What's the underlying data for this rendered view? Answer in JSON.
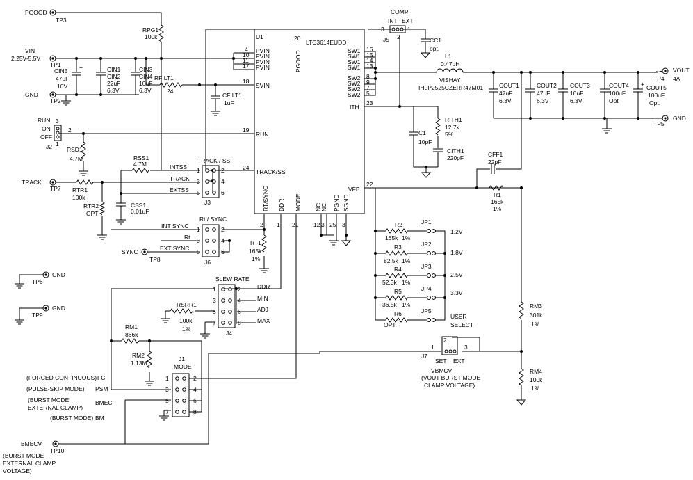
{
  "test_points": [
    {
      "label": "PGOOD",
      "id": "TP3"
    },
    {
      "label": "VIN",
      "id": "TP1",
      "sub": "2.25V-5.5V"
    },
    {
      "label": "GND",
      "id": "TP2"
    },
    {
      "label": "TRACK",
      "id": "TP7"
    },
    {
      "label": "SYNC",
      "id": "TP8"
    },
    {
      "label": "GND",
      "id": "TP6"
    },
    {
      "label": "GND",
      "id": "TP9"
    },
    {
      "label": "BMECV",
      "id": "TP10"
    },
    {
      "label": "VOUT",
      "id": "TP4",
      "sub": "4A"
    },
    {
      "label": "GND",
      "id": "TP5"
    }
  ],
  "ic": {
    "ref": "U1",
    "part": "LTC3614EUDD",
    "left_pins": [
      {
        "num": "4",
        "name": "PVIN"
      },
      {
        "num": "10",
        "name": "PVIN"
      },
      {
        "num": "11",
        "name": "PVIN"
      },
      {
        "num": "17",
        "name": "PVIN"
      },
      {
        "num": "18",
        "name": "SVIN"
      },
      {
        "num": "19",
        "name": "RUN"
      },
      {
        "num": "24",
        "name": "TRACK/SS"
      }
    ],
    "right_pins": [
      {
        "num": "16",
        "name": "SW1"
      },
      {
        "num": "15",
        "name": "SW1"
      },
      {
        "num": "14",
        "name": "SW1"
      },
      {
        "num": "13",
        "name": "SW1"
      },
      {
        "num": "8",
        "name": "SW2"
      },
      {
        "num": "9",
        "name": "SW2"
      },
      {
        "num": "7",
        "name": "SW2"
      },
      {
        "num": "5",
        "name": "SW2"
      },
      {
        "num": "23",
        "name": "ITH"
      },
      {
        "num": "22",
        "name": "VFB"
      }
    ],
    "top_pin": {
      "num": "20",
      "name": "PGOOD"
    },
    "bottom_pins": [
      {
        "num": "2",
        "name": "RT/SYNC"
      },
      {
        "num": "1",
        "name": "DDR"
      },
      {
        "num": "21",
        "name": "MODE"
      },
      {
        "num": "12",
        "name": "NC"
      },
      {
        "num": "3",
        "name": "NC"
      },
      {
        "num": "25",
        "name": "PGND"
      },
      {
        "num": "3",
        "name": "SGND"
      }
    ]
  },
  "components": {
    "RPG1": {
      "ref": "RPG1",
      "value": "100k"
    },
    "CIN5": {
      "ref": "CIN5",
      "value": "47uF",
      "rating": "10V"
    },
    "CIN1": {
      "ref": "CIN1"
    },
    "CIN2": {
      "ref": "CIN2",
      "value": "22uF",
      "rating": "6.3V"
    },
    "CIN3": {
      "ref": "CIN3"
    },
    "CIN4": {
      "ref": "CIN4",
      "value": "10uF",
      "rating": "6.3V"
    },
    "RFILT1": {
      "ref": "RFILT1",
      "value": "24"
    },
    "CFILT1": {
      "ref": "CFILT1",
      "value": "1uF"
    },
    "RSD1": {
      "ref": "RSD1",
      "value": "4.7M"
    },
    "RSS1": {
      "ref": "RSS1",
      "value": "4.7M"
    },
    "CSS1": {
      "ref": "CSS1",
      "value": "0.01uF"
    },
    "RTR1": {
      "ref": "RTR1",
      "value": "100k"
    },
    "RTR2": {
      "ref": "RTR2",
      "value": "OPT"
    },
    "RT1": {
      "ref": "RT1",
      "value": "165k",
      "tol": "1%"
    },
    "RSRR1": {
      "ref": "RSRR1",
      "value": "100k",
      "tol": "1%"
    },
    "RM1": {
      "ref": "RM1",
      "value": "866k"
    },
    "RM2": {
      "ref": "RM2",
      "value": "1.13M"
    },
    "CC1": {
      "ref": "CC1",
      "value": "opt."
    },
    "L1": {
      "ref": "L1",
      "value": "0.47uH",
      "mfr": "VISHAY",
      "part": "IHLP2525CZERR47M01"
    },
    "COUT1": {
      "ref": "COUT1",
      "value": "47uF",
      "rating": "6.3V"
    },
    "COUT2": {
      "ref": "COUT2",
      "value": "47uF",
      "rating": "6.3V"
    },
    "COUT3": {
      "ref": "COUT3",
      "value": "10uF",
      "rating": "6.3V"
    },
    "COUT4": {
      "ref": "COUT4",
      "value": "100uF",
      "rating": "Opt"
    },
    "COUT5": {
      "ref": "COUT5",
      "value": "100uF",
      "rating": "Opt."
    },
    "RITH1": {
      "ref": "RITH1",
      "value": "12.7k",
      "tol": "5%"
    },
    "C1": {
      "ref": "C1",
      "value": "10pF"
    },
    "CITH1": {
      "ref": "CITH1",
      "value": "220pF"
    },
    "CFF1": {
      "ref": "CFF1",
      "value": "22pF"
    },
    "R1": {
      "ref": "R1",
      "value": "165k",
      "tol": "1%"
    },
    "RM3": {
      "ref": "RM3",
      "value": "301k",
      "tol": "1%"
    },
    "RM4": {
      "ref": "RM4",
      "value": "100k",
      "tol": "1%"
    }
  },
  "jumpers": {
    "J5": {
      "ref": "J5",
      "title": "COMP",
      "opt_a": "INT",
      "opt_b": "EXT"
    },
    "J2": {
      "ref": "J2",
      "title": "RUN",
      "opt_a": "ON",
      "opt_b": "OFF"
    },
    "J3": {
      "ref": "J3",
      "title": "TRACK / SS",
      "rows": [
        "INTSS",
        "TRACK",
        "EXTSS"
      ]
    },
    "J6": {
      "ref": "J6",
      "title": "Rt / SYNC",
      "rows": [
        "INT SYNC",
        "Rt",
        "EXT SYNC"
      ]
    },
    "J4": {
      "ref": "J4",
      "title": "SLEW RATE",
      "rows": [
        "DDR",
        "MIN",
        "ADJ",
        "MAX"
      ]
    },
    "J1": {
      "ref": "J1",
      "title": "MODE",
      "rows": [
        "FC",
        "PSM",
        "BMEC",
        "BM"
      ]
    },
    "J7": {
      "ref": "J7",
      "opt_a": "SET",
      "opt_b": "EXT"
    }
  },
  "mode_notes": {
    "fc": "(FORCED CONTINUOUS)",
    "psm": "(PULSE-SKIP MODE)",
    "bmec_1": "(BURST MODE",
    "bmec_2": "EXTERNAL CLAMP)",
    "bm": "(BURST MODE)"
  },
  "output_select": {
    "rows": [
      {
        "ref": "R2",
        "value": "165k",
        "tol": "1%",
        "jp": "JP1",
        "vout": "1.2V"
      },
      {
        "ref": "R3",
        "value": "82.5k",
        "tol": "1%",
        "jp": "JP2",
        "vout": "1.8V"
      },
      {
        "ref": "R4",
        "value": "52.3k",
        "tol": "1%",
        "jp": "JP3",
        "vout": "2.5V"
      },
      {
        "ref": "R5",
        "value": "36.5k",
        "tol": "1%",
        "jp": "JP4",
        "vout": "3.3V"
      },
      {
        "ref": "R6",
        "value": "OPT.",
        "tol": "",
        "jp": "JP5",
        "vout": "USER"
      }
    ],
    "user_select_2": "SELECT"
  },
  "vbmcv": {
    "title": "VBMCV",
    "line1": "(VOUT BURST MODE",
    "line2": "CLAMP VOLTAGE)"
  },
  "bmecv_note": {
    "line1": "(BURST MODE",
    "line2": "EXTERNAL CLAMP",
    "line3": "VOLTAGE)"
  }
}
